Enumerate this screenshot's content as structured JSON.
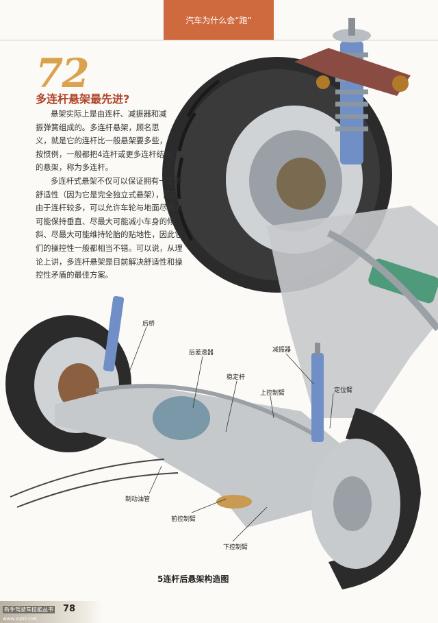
{
  "header": {
    "chapter_title": "汽车为什么会“跑”"
  },
  "section": {
    "number": "72",
    "title": "多连杆悬架最先进?",
    "paragraphs": [
      "悬架实际上是由连杆、减振器和减振弹簧组成的。多连杆悬架，顾名思义，就是它的连杆比一般悬架要多些，按惯例，一般都把4连杆或更多连杆结构的悬架，称为多连杆。",
      "多连杆式悬架不仅可以保证拥有一定的舒适性（因为它是完全独立式悬架），而且由于连杆较多，可以允许车轮与地面尽最大可能保持垂直、尽最大可能减小车身的倾斜、尽最大可能维持轮胎的贴地性，因此它们的操控性一般都相当不错。可以说，从理论上讲，多连杆悬架是目前解决舒适性和操控性矛盾的最佳方案。"
    ]
  },
  "diagram": {
    "labels": {
      "rear_axle": "后桥",
      "rear_differential": "后差速器",
      "shock_absorber": "减振器",
      "stabilizer_bar": "稳定杆",
      "upper_control_arm": "上控制臂",
      "locating_arm": "定位臂",
      "brake_line": "制动油管",
      "front_control_arm": "前控制臂",
      "lower_control_arm": "下控制臂"
    },
    "caption": "5连杆后悬架构造图"
  },
  "footer": {
    "series_label": "新手驾驶车技能丛书",
    "page_number": "78",
    "site_text": "www.zqtm.net"
  }
}
